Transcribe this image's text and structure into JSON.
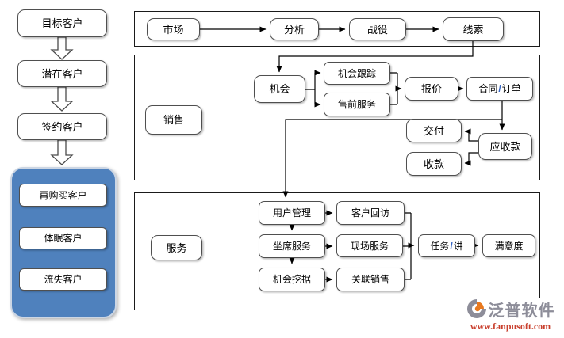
{
  "colors": {
    "pool_fill": "#4f81bd",
    "slash_accent": "#3565c5",
    "logo_gray": "#8d8d99",
    "logo_orange": "#e8791f",
    "url_red": "#c9402e",
    "box_border": "#4f4f4f",
    "panel_border": "#1a1a1a"
  },
  "left_flow": {
    "stages": [
      "目标客户",
      "潜在客户",
      "签约客户"
    ],
    "pool": [
      "再购买客户",
      "体眠客户",
      "流失客户"
    ]
  },
  "marketing_lane": {
    "nodes": [
      "市场",
      "分析",
      "战役",
      "线索"
    ]
  },
  "sales_lane": {
    "label": "销售",
    "opportunity": "机会",
    "opportunity_tracking": "机会跟踪",
    "presale_service": "售前服务",
    "quotation": "报价",
    "contract_left": "合同",
    "contract_slash": "/",
    "contract_right": "订单",
    "delivery": "交付",
    "receipt": "收款",
    "receivable": "应收款"
  },
  "service_lane": {
    "label": "服务",
    "user_management": "用户管理",
    "customer_visit": "客户回访",
    "seat_service": "坐席服务",
    "field_service": "现场服务",
    "opportunity_mining": "机会挖据",
    "related_sales": "关联销售",
    "task_left": "任务",
    "task_slash": "/",
    "task_right": "讲",
    "satisfaction": "满意度"
  },
  "logo": {
    "name": "泛普软件",
    "url": "www.fanpusoft.com"
  }
}
